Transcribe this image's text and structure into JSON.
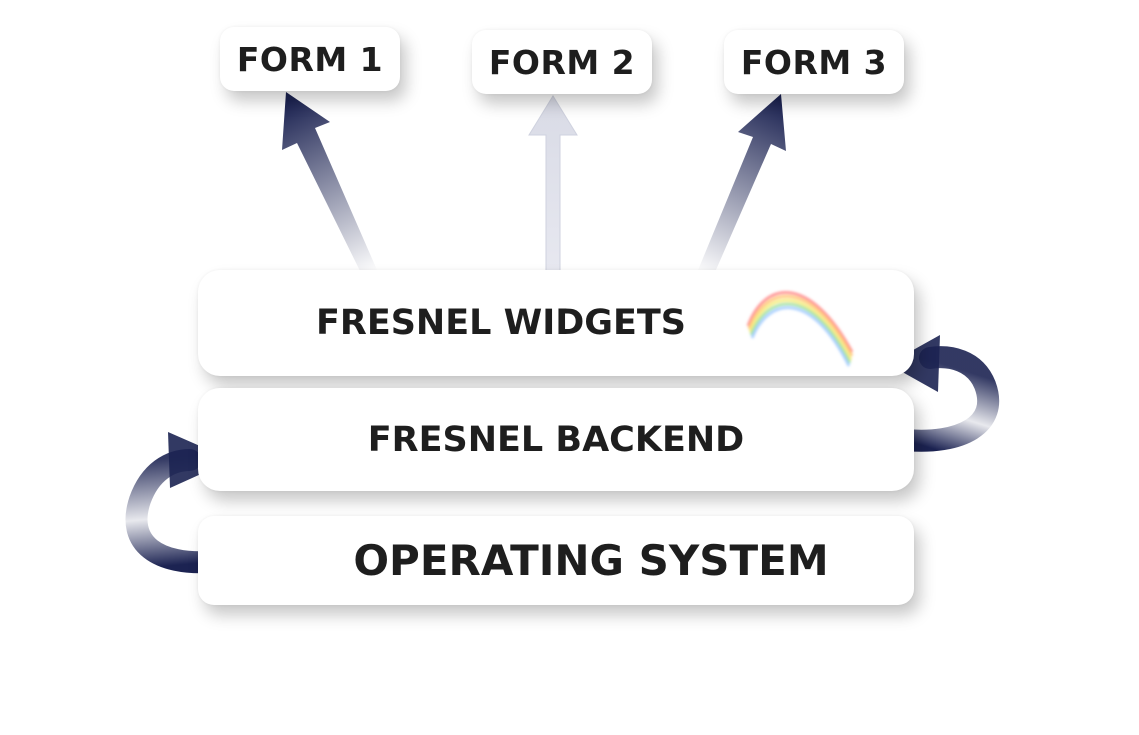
{
  "forms": [
    {
      "label": "FORM 1"
    },
    {
      "label": "FORM 2"
    },
    {
      "label": "FORM 3"
    }
  ],
  "layers": {
    "widgets": "FRESNEL WIDGETS",
    "backend": "FRESNEL BACKEND",
    "os": "OPERATING SYSTEM"
  },
  "colors": {
    "arrow": "#1c2352",
    "text": "#1e1e1e",
    "box": "#ffffff"
  },
  "icons": [
    "rainbow-arc-icon",
    "arrow-up-icon",
    "curved-arrow-icon"
  ]
}
